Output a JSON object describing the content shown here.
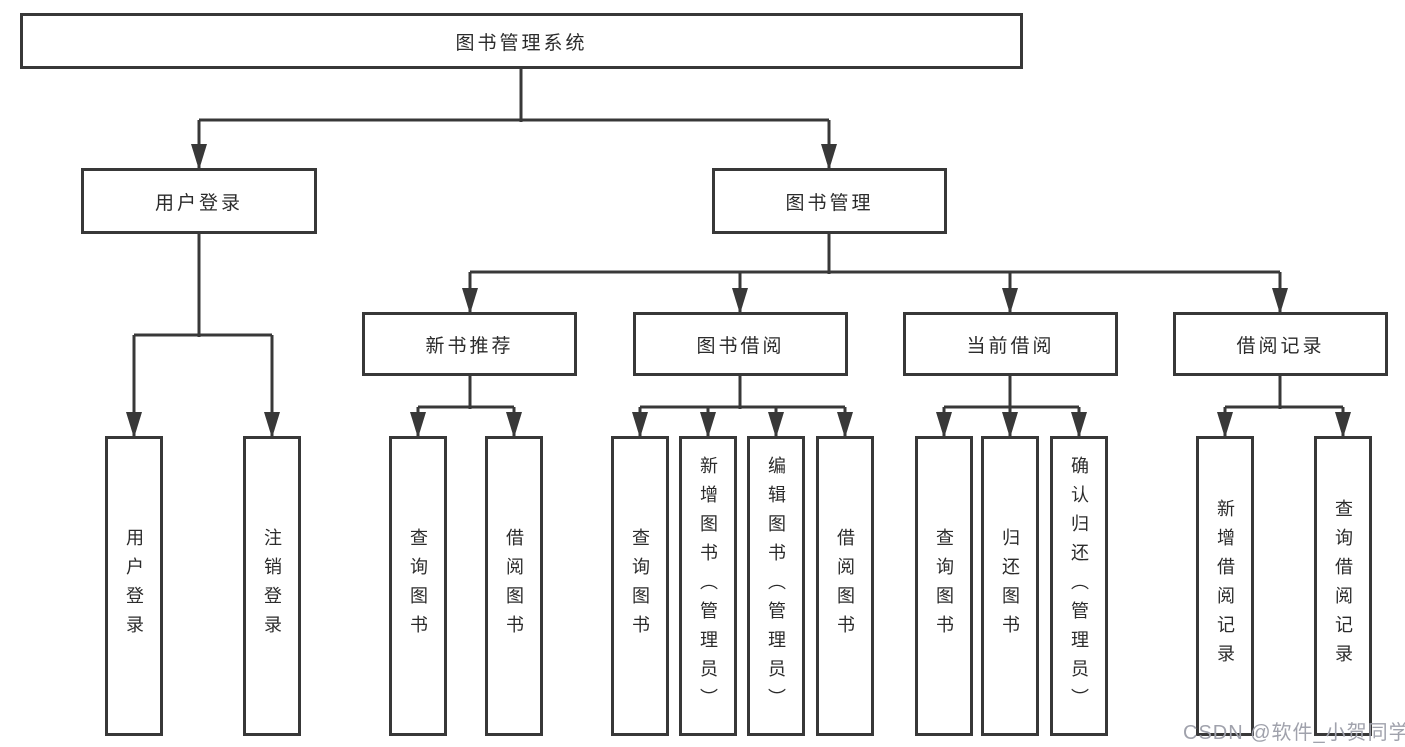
{
  "tree": {
    "root_label": "图书管理系统",
    "branches": [
      {
        "label": "用户登录",
        "children": [
          {
            "label": "用户登录"
          },
          {
            "label": "注销登录"
          }
        ]
      },
      {
        "label": "图书管理",
        "groups": [
          {
            "label": "新书推荐",
            "children": [
              {
                "label": "查询图书"
              },
              {
                "label": "借阅图书"
              }
            ]
          },
          {
            "label": "图书借阅",
            "children": [
              {
                "label": "查询图书"
              },
              {
                "label": "新增图书（管理员）"
              },
              {
                "label": "编辑图书（管理员）"
              },
              {
                "label": "借阅图书"
              }
            ]
          },
          {
            "label": "当前借阅",
            "children": [
              {
                "label": "查询图书"
              },
              {
                "label": "归还图书"
              },
              {
                "label": "确认归还（管理员）"
              }
            ]
          },
          {
            "label": "借阅记录",
            "children": [
              {
                "label": "新增借阅记录"
              },
              {
                "label": "查询借阅记录"
              }
            ]
          }
        ]
      }
    ]
  },
  "watermark": {
    "text": "CSDN @软件_小贺同学"
  },
  "colors": {
    "background": "#ffffff",
    "node_border": "#383838",
    "line": "#383838",
    "text": "#2b2b2b",
    "watermark": "#a0a2ac"
  }
}
